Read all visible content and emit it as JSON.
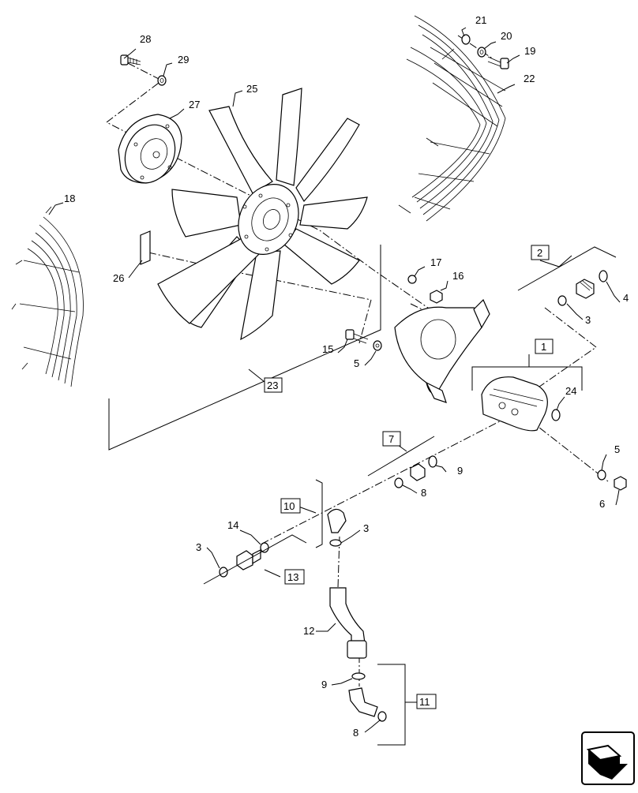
{
  "callouts": {
    "c1": "1",
    "c2": "2",
    "c3a": "3",
    "c3b": "3",
    "c3c": "3",
    "c4": "4",
    "c5a": "5",
    "c5b": "5",
    "c6": "6",
    "c7": "7",
    "c8a": "8",
    "c8b": "8",
    "c9a": "9",
    "c9b": "9",
    "c10": "10",
    "c11": "11",
    "c12": "12",
    "c13": "13",
    "c14": "14",
    "c15": "15",
    "c16": "16",
    "c17": "17",
    "c18": "18",
    "c19": "19",
    "c20": "20",
    "c21": "21",
    "c22": "22",
    "c23": "23",
    "c24": "24",
    "c25": "25",
    "c26": "26",
    "c27": "27",
    "c28": "28",
    "c29": "29"
  },
  "icons": {
    "corner": "next-page-arrow-icon"
  }
}
